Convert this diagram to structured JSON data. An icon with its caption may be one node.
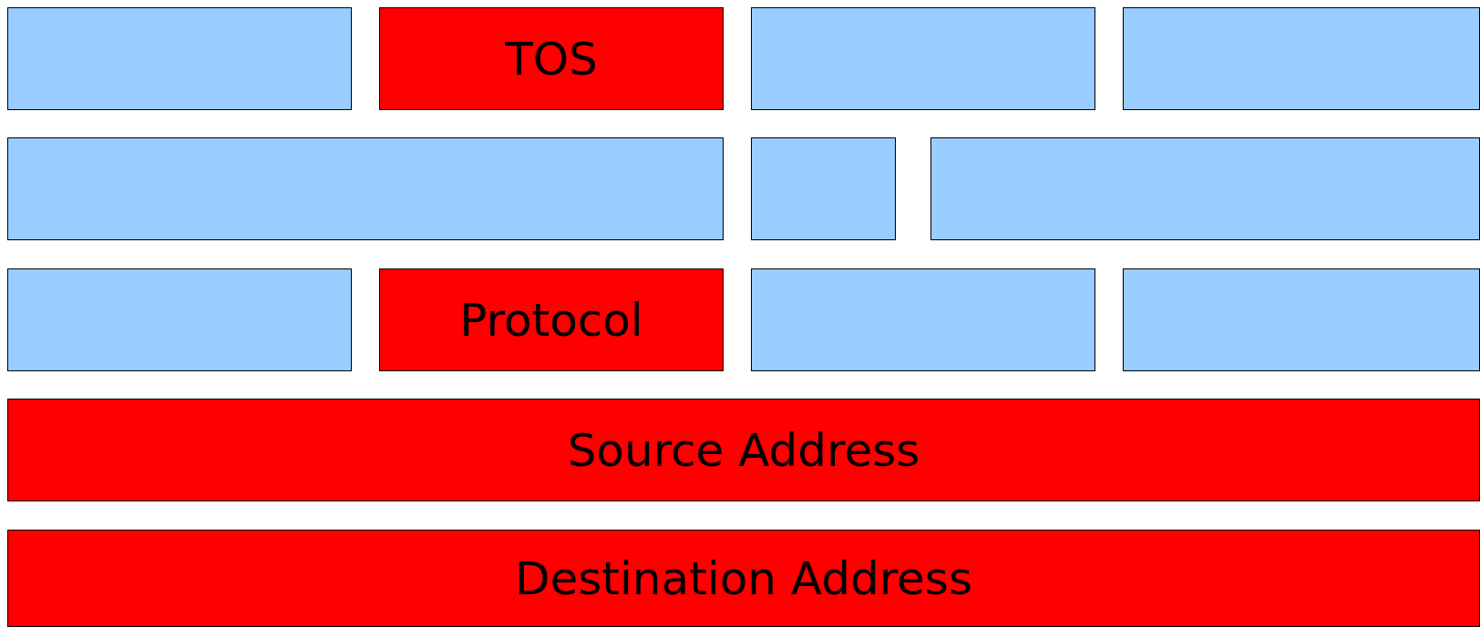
{
  "diagram": {
    "nodes": [
      {
        "text": [],
        "shape": "box"
      },
      {
        "text": [
          "TOS"
        ]
      },
      {
        "text": [],
        "shape": "box"
      },
      {
        "text": [],
        "shape": "box"
      },
      {
        "text": [],
        "shape": "box"
      },
      {
        "text": [],
        "shape": "box"
      },
      {
        "text": [],
        "shape": "box"
      },
      {
        "text": [],
        "shape": "box"
      },
      {
        "text": [
          "Protocol"
        ]
      },
      {
        "text": [],
        "shape": "box"
      },
      {
        "text": [],
        "shape": "box"
      },
      {
        "text": [
          "Source Address"
        ]
      },
      {
        "text": [
          "Destination Address"
        ]
      }
    ]
  }
}
